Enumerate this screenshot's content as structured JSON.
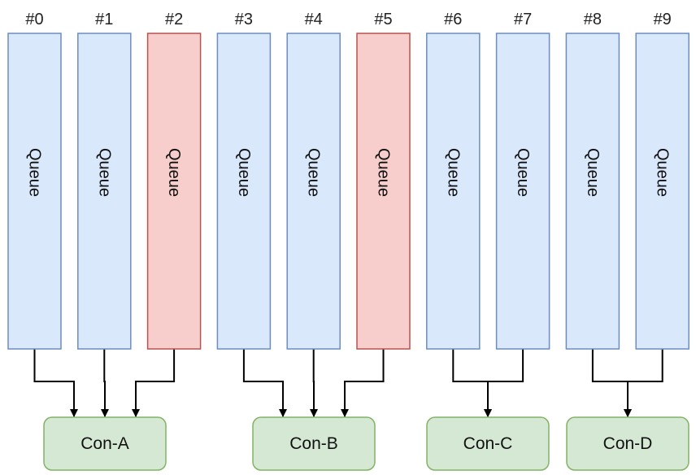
{
  "queues": [
    {
      "id": "#0",
      "text": "Queue",
      "state": "normal"
    },
    {
      "id": "#1",
      "text": "Queue",
      "state": "normal"
    },
    {
      "id": "#2",
      "text": "Queue",
      "state": "highlighted"
    },
    {
      "id": "#3",
      "text": "Queue",
      "state": "normal"
    },
    {
      "id": "#4",
      "text": "Queue",
      "state": "normal"
    },
    {
      "id": "#5",
      "text": "Queue",
      "state": "highlighted"
    },
    {
      "id": "#6",
      "text": "Queue",
      "state": "normal"
    },
    {
      "id": "#7",
      "text": "Queue",
      "state": "normal"
    },
    {
      "id": "#8",
      "text": "Queue",
      "state": "normal"
    },
    {
      "id": "#9",
      "text": "Queue",
      "state": "normal"
    }
  ],
  "consumers": [
    {
      "id": "Con-A",
      "label": "Con-A"
    },
    {
      "id": "Con-B",
      "label": "Con-B"
    },
    {
      "id": "Con-C",
      "label": "Con-C"
    },
    {
      "id": "Con-D",
      "label": "Con-D"
    }
  ],
  "edges": [
    {
      "from": "#0",
      "to": "Con-A"
    },
    {
      "from": "#1",
      "to": "Con-A"
    },
    {
      "from": "#2",
      "to": "Con-A"
    },
    {
      "from": "#3",
      "to": "Con-B"
    },
    {
      "from": "#4",
      "to": "Con-B"
    },
    {
      "from": "#5",
      "to": "Con-B"
    },
    {
      "from": "#6",
      "to": "Con-C"
    },
    {
      "from": "#7",
      "to": "Con-C"
    },
    {
      "from": "#8",
      "to": "Con-D"
    },
    {
      "from": "#9",
      "to": "Con-D"
    }
  ],
  "colors": {
    "queue_fill": "#dae8fc",
    "queue_stroke": "#6c8ebf",
    "highlight_fill": "#f8cecc",
    "highlight_stroke": "#b85450",
    "consumer_fill": "#d5e8d4",
    "consumer_stroke": "#82b366",
    "edge": "#000000"
  }
}
